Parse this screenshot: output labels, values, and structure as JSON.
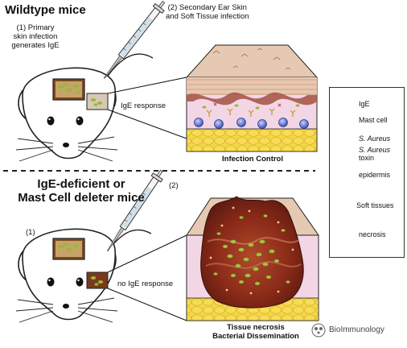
{
  "panels": {
    "top": {
      "title": "Wildtype mice",
      "step1": [
        "(1) Primary",
        "skin infection",
        "generates IgE"
      ],
      "step2": [
        "(2) Secondary Ear Skin",
        "and Soft Tissue infection"
      ],
      "response": "IgE response",
      "caption": "Infection Control"
    },
    "bottom": {
      "title": [
        "IgE-deficient or",
        "Mast Cell deleter mice"
      ],
      "step1": "(1)",
      "step2": "(2)",
      "response": "no IgE response",
      "caption": [
        "Tissue necrosis",
        "Bacterial Dissemination"
      ]
    }
  },
  "legend": {
    "ige": "IgE",
    "mast_cell": "Mast cell",
    "s_aureus": "S. Aureus",
    "s_aureus_toxin": [
      "S. Aureus",
      "toxin"
    ],
    "epidermis": "epidermis",
    "soft_tissues": "Soft tissues",
    "necrosis": "necrosis"
  },
  "watermark": "BioImmunology",
  "colors": {
    "skin_top": "#e2c2a8",
    "epidermis": "#a8584a",
    "soft_tissue": "#f2d6e6",
    "fat": "#f2cf3a",
    "necrosis": "#8a2a18",
    "bacteria": "#9ab83a",
    "mast_cell": "#5a6ec8",
    "ige": "#c9a040"
  }
}
